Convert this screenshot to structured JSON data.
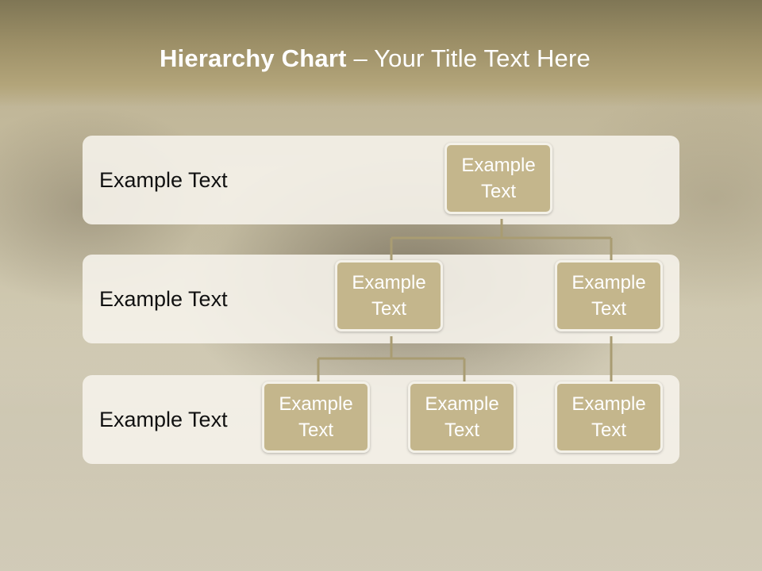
{
  "title": {
    "bold": "Hierarchy Chart",
    "rest": " – Your Title Text Here"
  },
  "levels": [
    {
      "label": "Example Text"
    },
    {
      "label": "Example Text"
    },
    {
      "label": "Example Text"
    }
  ],
  "nodes": {
    "root": "Example Text",
    "level2_left": "Example Text",
    "level2_right": "Example Text",
    "level3_a": "Example Text",
    "level3_b": "Example Text",
    "level3_c": "Example Text"
  },
  "colors": {
    "node_fill": "#c4b68c",
    "connector": "#a99c72"
  }
}
